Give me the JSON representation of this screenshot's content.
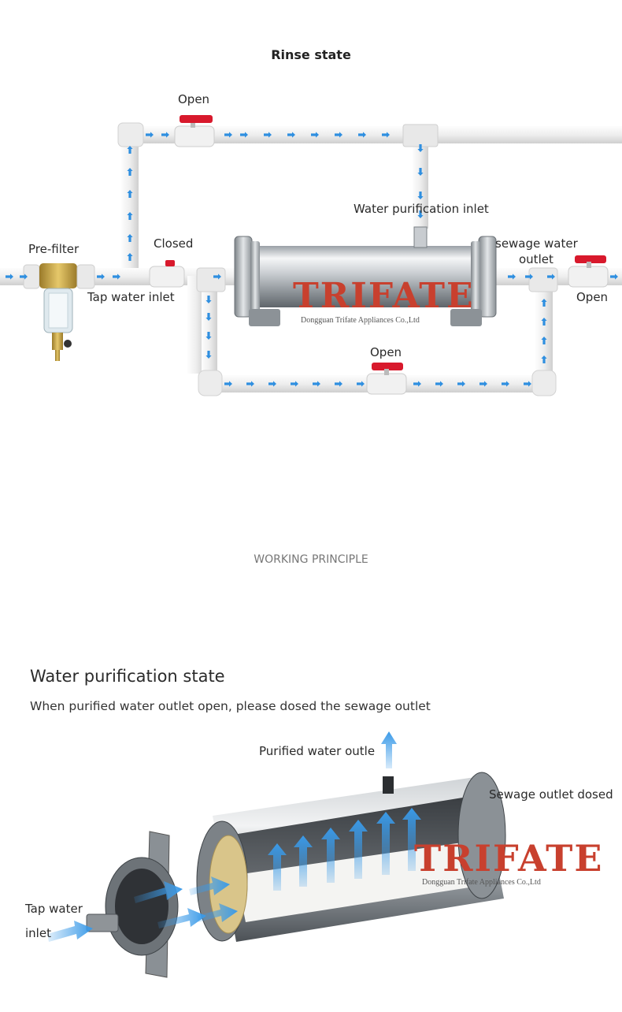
{
  "rinse": {
    "title": "Rinse state",
    "labels": {
      "open_top": "Open",
      "pre_filter": "Pre-filter",
      "closed": "Closed",
      "tap_water_inlet": "Tap water inlet",
      "water_purification_inlet": "Water purification inlet",
      "sewage_water_outlet_1": "sewage water",
      "sewage_water_outlet_2": "outlet",
      "open_right": "Open",
      "open_bottom": "Open"
    },
    "brand": "TRIFATE",
    "brand_sub": "Dongguan Trifate Appliances Co.,Ltd"
  },
  "section_header": "WORKING PRINCIPLE",
  "purification": {
    "title": "Water purification state",
    "subtitle": "When purified water outlet open, please dosed the sewage outlet",
    "labels": {
      "purified_outlet": "Purified water outle",
      "sewage_closed": "Sewage outlet dosed",
      "tap_water_1": "Tap water",
      "tap_water_2": "inlet"
    },
    "brand": "TRIFATE",
    "brand_sub": "Dongguan Trifate Appliances Co.,Ltd"
  },
  "colors": {
    "arrow": "#2f8fe0",
    "valve": "#d8192c",
    "brand": "#c8402e",
    "pipe": "#f2f2f2"
  }
}
